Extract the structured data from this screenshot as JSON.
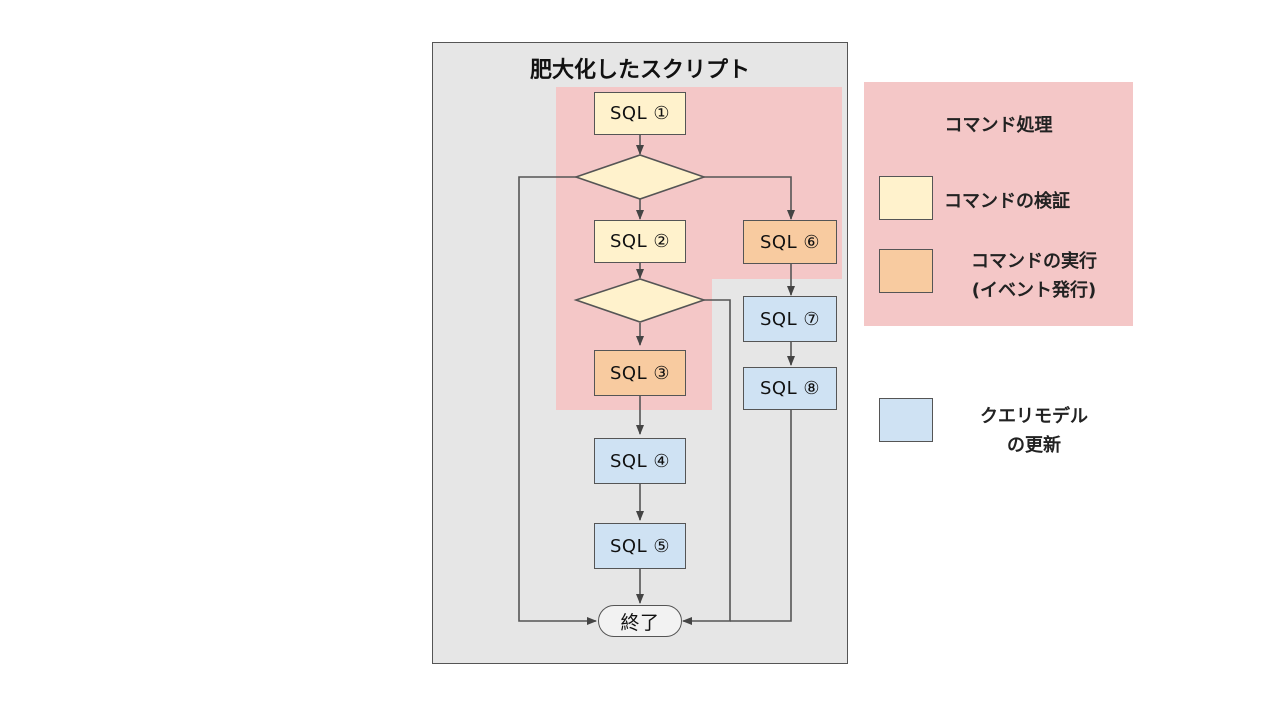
{
  "script": {
    "title": "肥大化したスクリプト",
    "sql_nodes": [
      "SQL ①",
      "SQL ②",
      "SQL ③",
      "SQL ④",
      "SQL ⑤",
      "SQL ⑥",
      "SQL ⑦",
      "SQL ⑧"
    ],
    "end_label": "終了"
  },
  "legend": {
    "group_title": "コマンド処理",
    "validate_label": "コマンドの検証",
    "execute_label_line1": "コマンドの実行",
    "execute_label_line2": "(イベント発行)",
    "query_label_line1": "クエリモデル",
    "query_label_line2": "の更新"
  },
  "colors": {
    "panel": "#e6e6e6",
    "command_region": "#f4c7c7",
    "validate": "#fff2cc",
    "execute": "#f8cba0",
    "query_update": "#cfe2f3"
  }
}
